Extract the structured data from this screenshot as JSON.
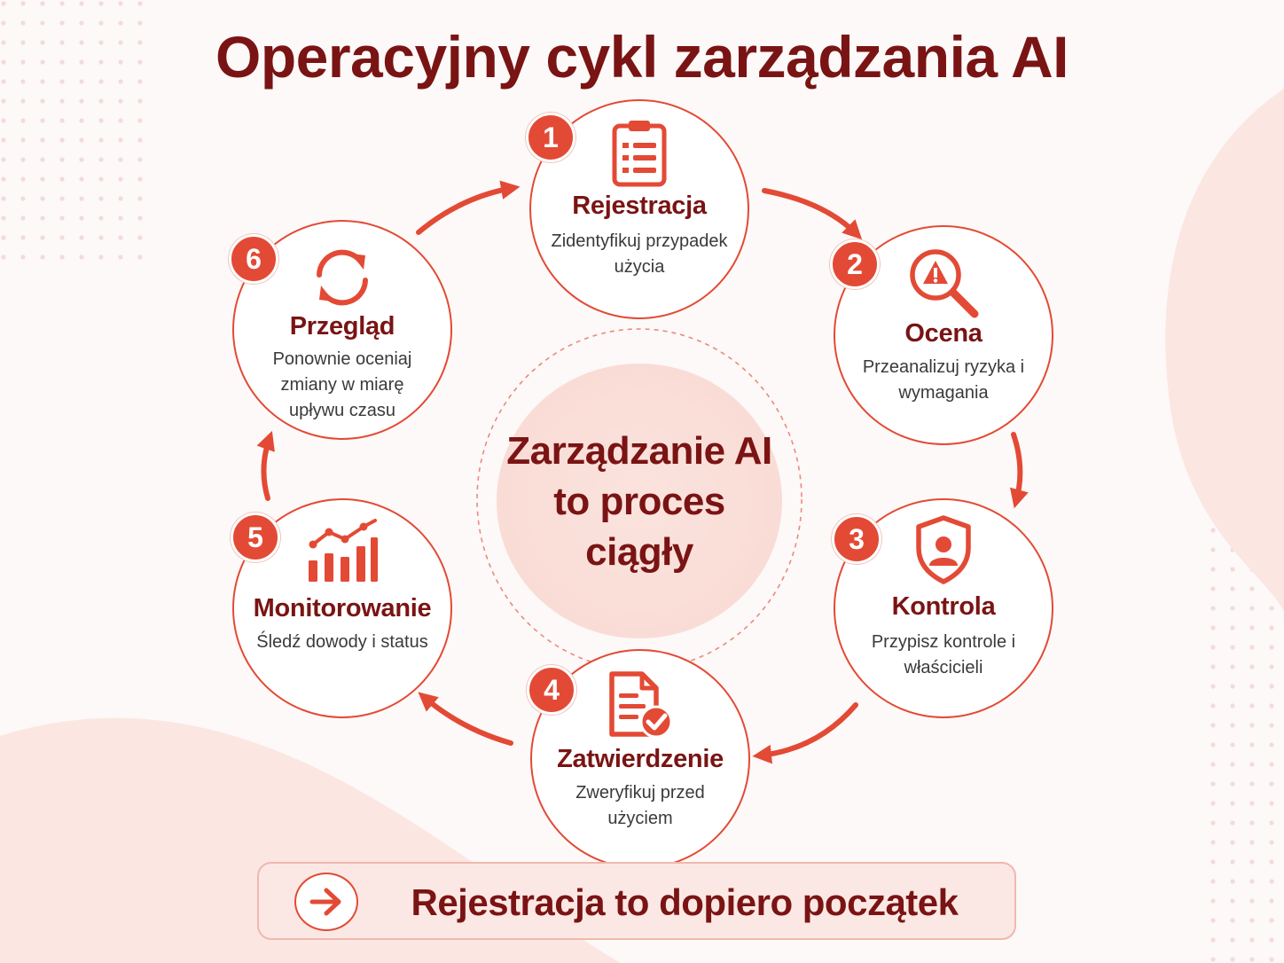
{
  "title": "Operacyjny cykl zarządzania AI",
  "center_text": "Zarządzanie AI to proces ciągły",
  "colors": {
    "accent": "#e34a35",
    "title": "#7a1414",
    "center_fill": "#f9d9d2",
    "background": "#fcf9f8"
  },
  "steps": [
    {
      "number": "1",
      "name": "Rejestracja",
      "desc": "Zidentyfikuj przypadek użycia",
      "icon": "clipboard-icon"
    },
    {
      "number": "2",
      "name": "Ocena",
      "desc": "Przeanalizuj ryzyka i wymagania",
      "icon": "warning-magnifier-icon"
    },
    {
      "number": "3",
      "name": "Kontrola",
      "desc": "Przypisz kontrole i właścicieli",
      "icon": "shield-user-icon"
    },
    {
      "number": "4",
      "name": "Zatwierdzenie",
      "desc": "Zweryfikuj przed użyciem",
      "icon": "document-check-icon"
    },
    {
      "number": "5",
      "name": "Monitorowanie",
      "desc": "Śledź dowody i status",
      "icon": "bar-chart-trend-icon"
    },
    {
      "number": "6",
      "name": "Przegląd",
      "desc": "Ponownie oceniaj zmiany w miarę upływu czasu",
      "icon": "refresh-cycle-icon"
    }
  ],
  "footer": {
    "text": "Rejestracja to dopiero początek",
    "icon": "arrow-right-icon"
  }
}
